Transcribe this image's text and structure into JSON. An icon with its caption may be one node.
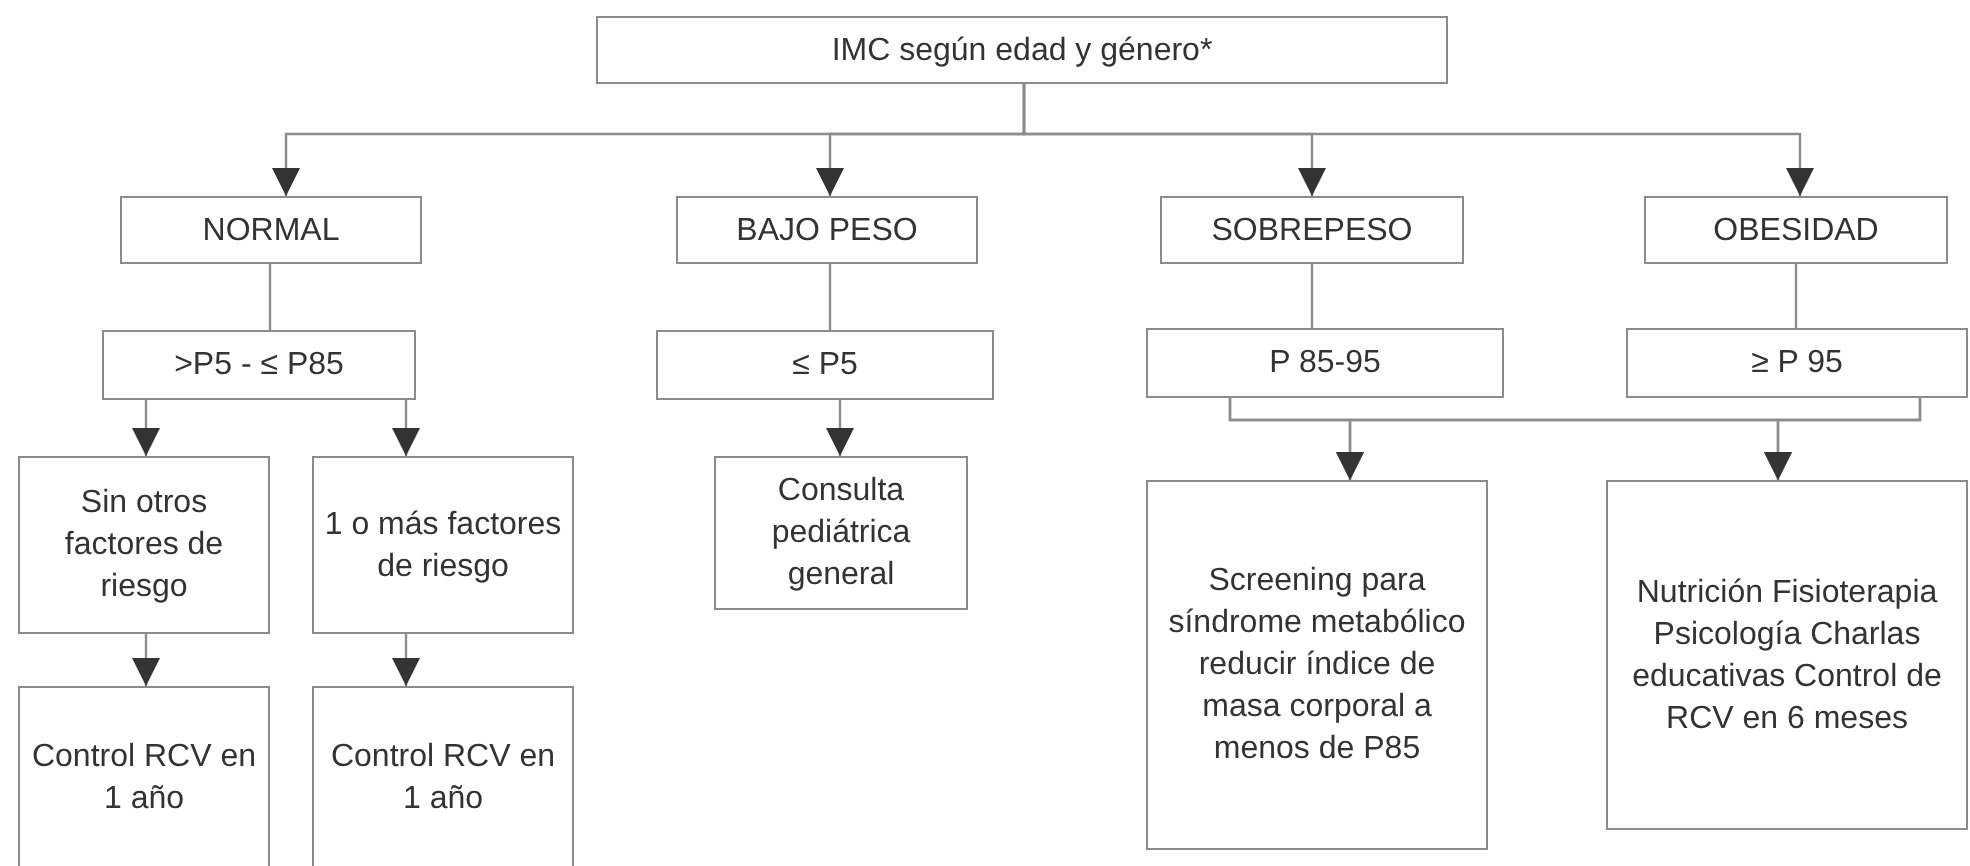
{
  "diagram": {
    "nodes": [
      {
        "text": [
          "IMC según edad y género*"
        ]
      },
      {
        "text": [
          "NORMAL"
        ]
      },
      {
        "text": [
          "BAJO PESO"
        ]
      },
      {
        "text": [
          "SOBREPESO"
        ]
      },
      {
        "text": [
          "OBESIDAD"
        ]
      },
      {
        "text": [
          ">P5 - ≤ P85"
        ]
      },
      {
        "text": [
          "≤ P5"
        ]
      },
      {
        "text": [
          "P 85-95"
        ]
      },
      {
        "text": [
          "≥ P 95"
        ]
      },
      {
        "text": [
          "Sin otros factores de riesgo"
        ]
      },
      {
        "text": [
          "1 o más factores de riesgo"
        ]
      },
      {
        "text": [
          "Consulta pediátrica general"
        ]
      },
      {
        "text": [
          "Screening para síndrome metabólico reducir índice de masa corporal a menos de P85"
        ]
      },
      {
        "text": [
          "Nutrición Fisioterapia Psicología Charlas educativas Control de RCV en 6 meses"
        ]
      },
      {
        "text": [
          "Control RCV en 1 año"
        ]
      },
      {
        "text": [
          "Control RCV en 1 año"
        ]
      }
    ],
    "edges": [
      {
        "from": 0,
        "to": 1,
        "arrow": "to"
      },
      {
        "from": 0,
        "to": 2,
        "arrow": "to"
      },
      {
        "from": 0,
        "to": 3,
        "arrow": "to"
      },
      {
        "from": 0,
        "to": 4,
        "arrow": "to"
      },
      {
        "from": 1,
        "to": 5,
        "arrow": "none"
      },
      {
        "from": 2,
        "to": 6,
        "arrow": "none"
      },
      {
        "from": 3,
        "to": 7,
        "arrow": "none"
      },
      {
        "from": 4,
        "to": 8,
        "arrow": "none"
      },
      {
        "from": 5,
        "to": 9,
        "arrow": "to"
      },
      {
        "from": 5,
        "to": 10,
        "arrow": "to"
      },
      {
        "from": 6,
        "to": 11,
        "arrow": "to"
      },
      {
        "from": 7,
        "to": 12,
        "arrow": "to"
      },
      {
        "from": 7,
        "to": 13,
        "arrow": "to"
      },
      {
        "from": 8,
        "to": 12,
        "arrow": "to"
      },
      {
        "from": 8,
        "to": 13,
        "arrow": "to"
      },
      {
        "from": 9,
        "to": 14,
        "arrow": "to"
      },
      {
        "from": 10,
        "to": 15,
        "arrow": "to"
      }
    ]
  }
}
